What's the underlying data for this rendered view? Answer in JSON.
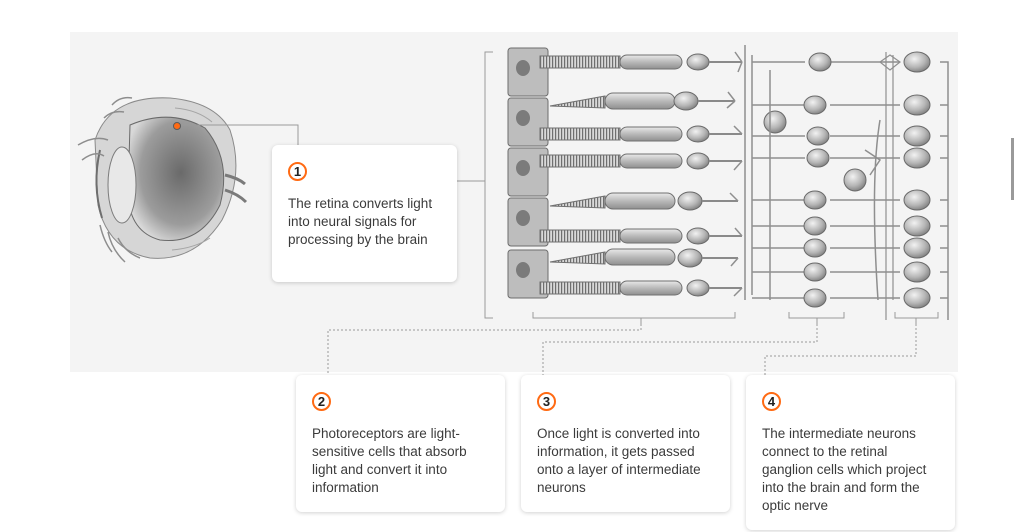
{
  "callouts": [
    {
      "number": "1",
      "text": "The retina converts light into neural signals for processing by the brain"
    },
    {
      "number": "2",
      "text": "Photoreceptors are light-sensitive cells that absorb light and convert it into information"
    },
    {
      "number": "3",
      "text": "Once light is converted into information, it gets passed onto a layer of intermediate neurons"
    },
    {
      "number": "4",
      "text": "The intermediate neurons connect to the retinal ganglion cells which project into the brain and form the optic nerve"
    }
  ],
  "colors": {
    "accent": "#ff6a13",
    "panel": "#f4f4f4",
    "cell_fill": "#cfcfcf",
    "cell_stroke": "#7a7a7a",
    "connector": "#9a9a9a"
  },
  "icons": [
    "eye-cross-section-illustration",
    "retina-layer-illustration"
  ]
}
